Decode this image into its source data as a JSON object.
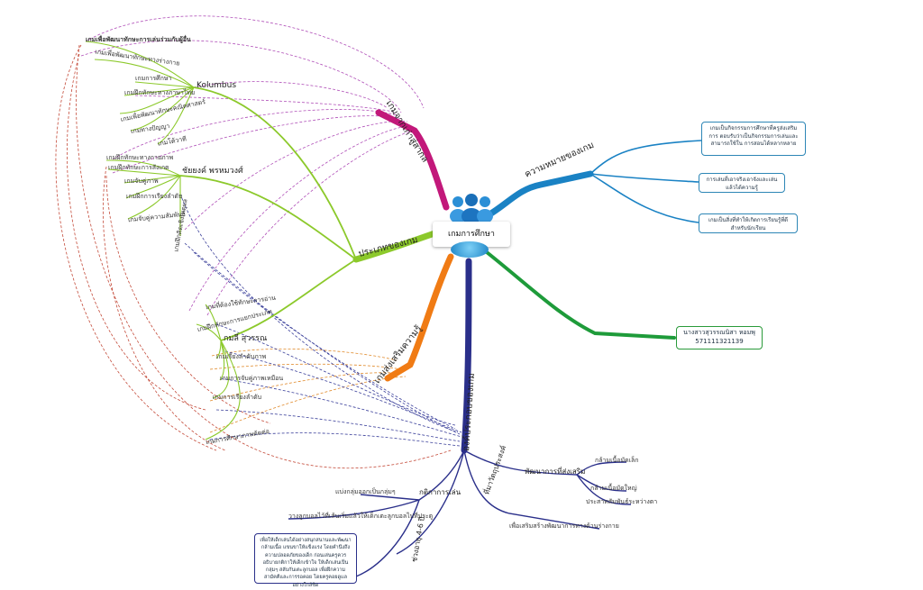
{
  "center": {
    "title": "เกมการศึกษา"
  },
  "branches": {
    "meaning": "ความหมายของเกม",
    "history": "เกมจากเก่าสู่สากล",
    "types": "ประเภทของเกม",
    "popular": "เกมส่งเสริมความรู้",
    "elements": "องค์ประกอบของเกม"
  },
  "meaning_boxes": [
    "เกมเป็นกิจกรรมการศึกษาที่ครูส่งเสริมการ ตอบรับว่าเป็นกิจกรรมการเล่นและสามารถใช้ใน การสอนได้หลากหลาย",
    "การเล่นที่เอาจริงเอาจังและเล่นแล้วได้ความรู้",
    "เกมเป็นสิ่งที่ทำให้เกิดการเรียนรู้ที่ดีสำหรับนักเรียน"
  ],
  "author_box": [
    "นางสาวสุวรรณนิสา หอมพุ",
    "571111321139"
  ],
  "sub_nodes": {
    "kolumbus": "Kolumbus",
    "ssr": "ชัยยงค์ พรหมวงศ์",
    "pak": "กมลี สุวรรณ"
  },
  "kolumbus_leaves": [
    "เกมเพื่อพัฒนาทักษะการเล่นร่วมกับผู้อื่น",
    "เกมเพื่อพัฒนาทักษะทางร่างกาย",
    "เกมการศึกษา",
    "เกมฝึกทักษะทางภาษาไทย",
    "เกมเพื่อพัฒนาทักษะคณิตศาสตร์",
    "เกมทางปัญญา",
    "เกมโต้วาที"
  ],
  "ssr_leaves": [
    "เกมฝึกทักษะทางกายภาพ",
    "เกมฝึกทักษะการสังเกต",
    "เกมจับคู่ภาพ",
    "เกมฝึกการเรียงลำดับ",
    "เกมจับคู่ความสัมพันธ์",
    "เกมฝึกคิดเชิงเหตุผล"
  ],
  "pak_leaves": [
    "เกมที่ต้องใช้ทักษะการอ่าน",
    "เกมฝึกทักษะการแยกประเภท",
    "เกมเรียงลำดับภาพ",
    "เกมการจับคู่ภาพเหมือน",
    "เกมการเรียงลำดับ",
    "เกมการศึกษาภาพตัดต่อ"
  ],
  "element_groups": {
    "skills_title": "พัฒนาการที่ส่งเสริม",
    "skills": [
      "กล้ามเนื้อมัดเล็ก",
      "กล้ามเนื้อมัดใหญ่",
      "ประสาทสัมพันธ์ระหว่างตา"
    ],
    "goal_title": "ที่มาวัตถุประสงค์",
    "goal_leaf": "เพื่อเสริมสร้างพัฒนาการทางด้านร่างกาย",
    "rules_title": "กติกาการเล่น",
    "rules_leaves": [
      "แบ่งกลุ่มออกเป็นกลุ่มๆ",
      "วางลูกบอลไว้ที่เส้นเริ่มแล้วให้เด็กเตะลูกบอลไปที่ประตู"
    ],
    "age_label": "ช่วงอายุ 4-6 ปี",
    "desc_box": "เพื่อให้เด็กเล่นได้อย่างสนุกสนานและพัฒนากล้ามเนื้อ แขนขาให้แข็งแรง โดยคำนึงถึงความปลอดภัยของเด็ก ก่อนเล่นครูควรอธิบายกติกาให้เด็กเข้าใจ ให้เด็กเล่นเป็นกลุ่มๆ สลับกันเตะลูกบอล เพื่อฝึกความสามัคคีและการรอคอย โดยครูคอยดูแลอย่างใกล้ชิด"
  },
  "colors": {
    "meaning": "#1a82c4",
    "history": "#c2187a",
    "types": "#8cc92b",
    "popular": "#f07b14",
    "elements": "#2a2f8a",
    "author": "#1e9b3a"
  }
}
